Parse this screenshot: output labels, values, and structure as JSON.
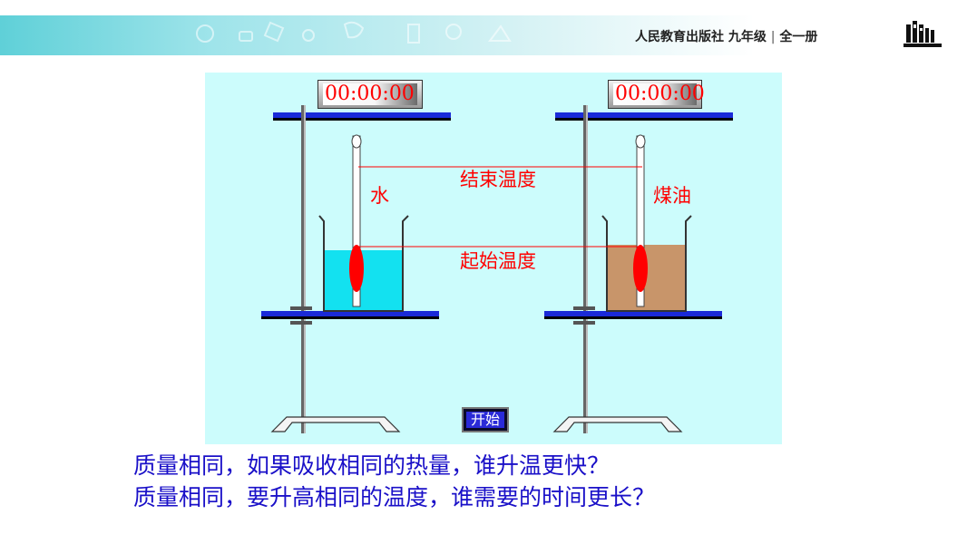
{
  "header": {
    "publisher": "人民教育出版社",
    "grade": "九年级",
    "separator": "|",
    "volume": "全一册",
    "logo_icon": "book-stack-logo-icon",
    "accent_color": "#5fd0d8"
  },
  "simulation": {
    "timer_left": "00:00:00",
    "timer_right": "00:00:00",
    "label_end_temp": "结束温度",
    "label_start_temp": "起始温度",
    "label_water": "水",
    "label_kerosene": "煤油",
    "start_button": "开始",
    "water_color": "#13e1f0",
    "kerosene_color": "#c8956a",
    "background_color": "#ccfcfc"
  },
  "questions": {
    "line1": "质量相同，如果吸收相同的热量，谁升温更快？",
    "line2": "质量相同，要升高相同的温度，谁需要的时间更长？"
  }
}
